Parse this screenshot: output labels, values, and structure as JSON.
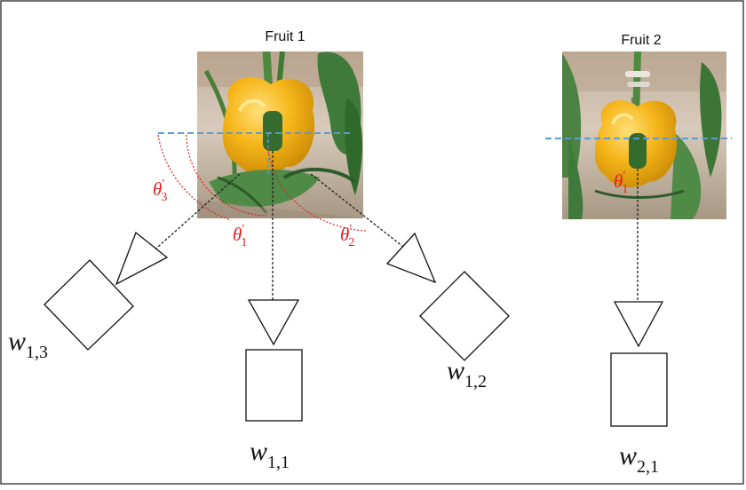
{
  "figure": {
    "fruit1": {
      "title": "Fruit 1"
    },
    "fruit2": {
      "title": "Fruit 2"
    },
    "angles": {
      "theta3": {
        "symbol": "θ",
        "prime": "′",
        "sub": "3"
      },
      "theta1": {
        "symbol": "θ",
        "prime": "′",
        "sub": "1"
      },
      "theta2": {
        "symbol": "θ",
        "prime": "′",
        "sub": "2"
      },
      "theta1_fruit2": {
        "symbol": "θ",
        "prime": "′",
        "sub": "1"
      }
    },
    "weights": {
      "w13": {
        "symbol": "w",
        "sub": "1,3"
      },
      "w11": {
        "symbol": "w",
        "sub": "1,1"
      },
      "w12": {
        "symbol": "w",
        "sub": "1,2"
      },
      "w21": {
        "symbol": "w",
        "sub": "2,1"
      }
    },
    "colors": {
      "frame": "#444444",
      "angle_label": "#e02020",
      "angle_arc": "#e02020",
      "horizontal_line": "#5b9bd5",
      "pepper": "#f2b21b",
      "leaf": "#3f7a3a",
      "background_wall": "#cdbfae"
    }
  }
}
